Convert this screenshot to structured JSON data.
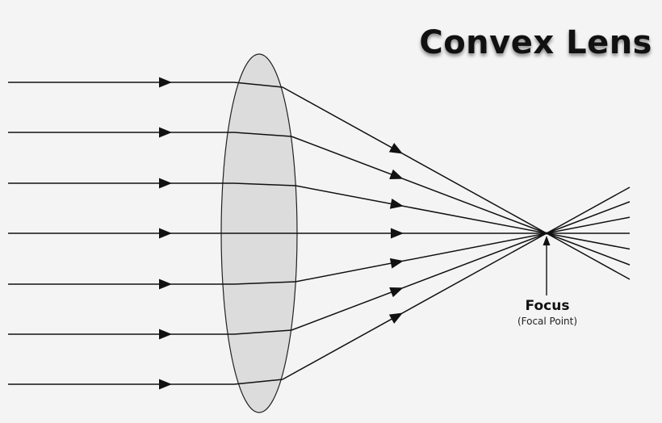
{
  "title": "Convex Lens",
  "focus": {
    "label": "Focus",
    "sublabel": "(Focal Point)"
  },
  "colors": {
    "background": "#f4f4f4",
    "lens_fill": "#dcdcdc",
    "ray": "#111111"
  },
  "rays": [
    {
      "id": "ray-1"
    },
    {
      "id": "ray-2"
    },
    {
      "id": "ray-3"
    },
    {
      "id": "ray-4"
    },
    {
      "id": "ray-5"
    },
    {
      "id": "ray-6"
    },
    {
      "id": "ray-7"
    }
  ]
}
